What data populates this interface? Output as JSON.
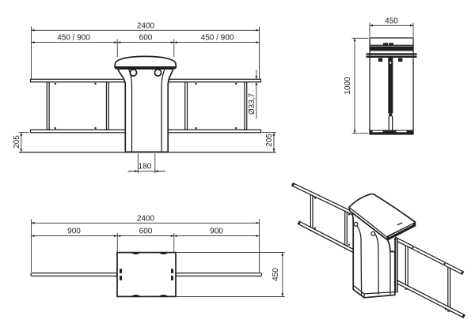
{
  "drawing": {
    "front": {
      "total": "2400",
      "segment_left": "450 / 900",
      "segment_center": "600",
      "segment_right": "450 / 900",
      "pipe_diameter": "Ø33,7",
      "rail_height_left": "205",
      "rail_height_right": "205",
      "anchor_width": "180"
    },
    "side": {
      "width": "450",
      "height": "1000"
    },
    "plan": {
      "total": "2400",
      "segment_left": "900",
      "segment_center": "600",
      "segment_right": "900",
      "depth": "450"
    }
  },
  "colors": {
    "line": "#1f1f1f",
    "dimension": "#2b2b2b",
    "background": "#ffffff"
  }
}
